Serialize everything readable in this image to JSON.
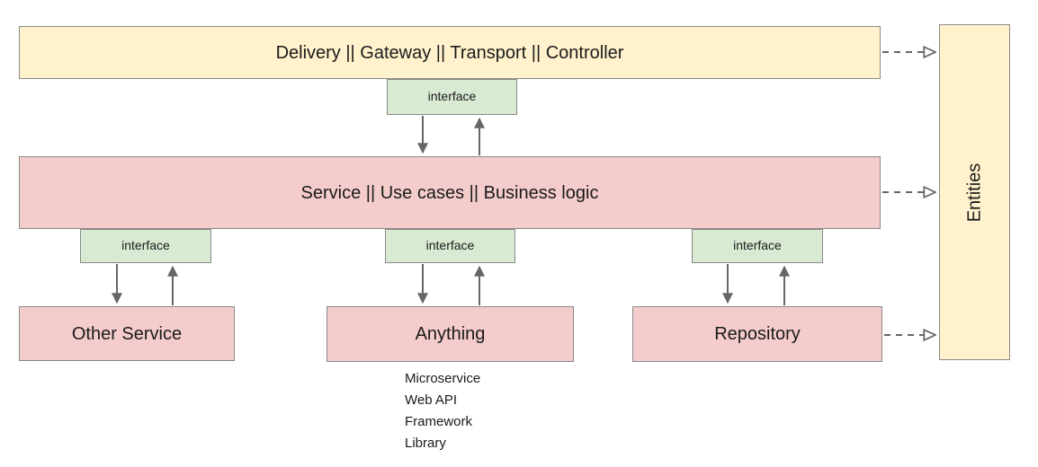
{
  "diagram": {
    "layers": {
      "delivery": {
        "label": "Delivery || Gateway || Transport || Controller"
      },
      "service": {
        "label": "Service || Use cases || Business logic"
      },
      "entities": {
        "label": "Entities"
      }
    },
    "interface_label": "interface",
    "components": {
      "other_service": {
        "label": "Other Service"
      },
      "anything": {
        "label": "Anything"
      },
      "repository": {
        "label": "Repository"
      }
    },
    "anything_examples": [
      "Microservice",
      "Web API",
      "Framework",
      "Library"
    ],
    "colors": {
      "layer_fill_yellow": "#fff2cc",
      "component_fill_red": "#f4cccc",
      "interface_fill_green": "#d9ead3",
      "border_gray": "#8a8a8a",
      "arrow_gray": "#666666",
      "text": "#1a1a1a"
    }
  }
}
